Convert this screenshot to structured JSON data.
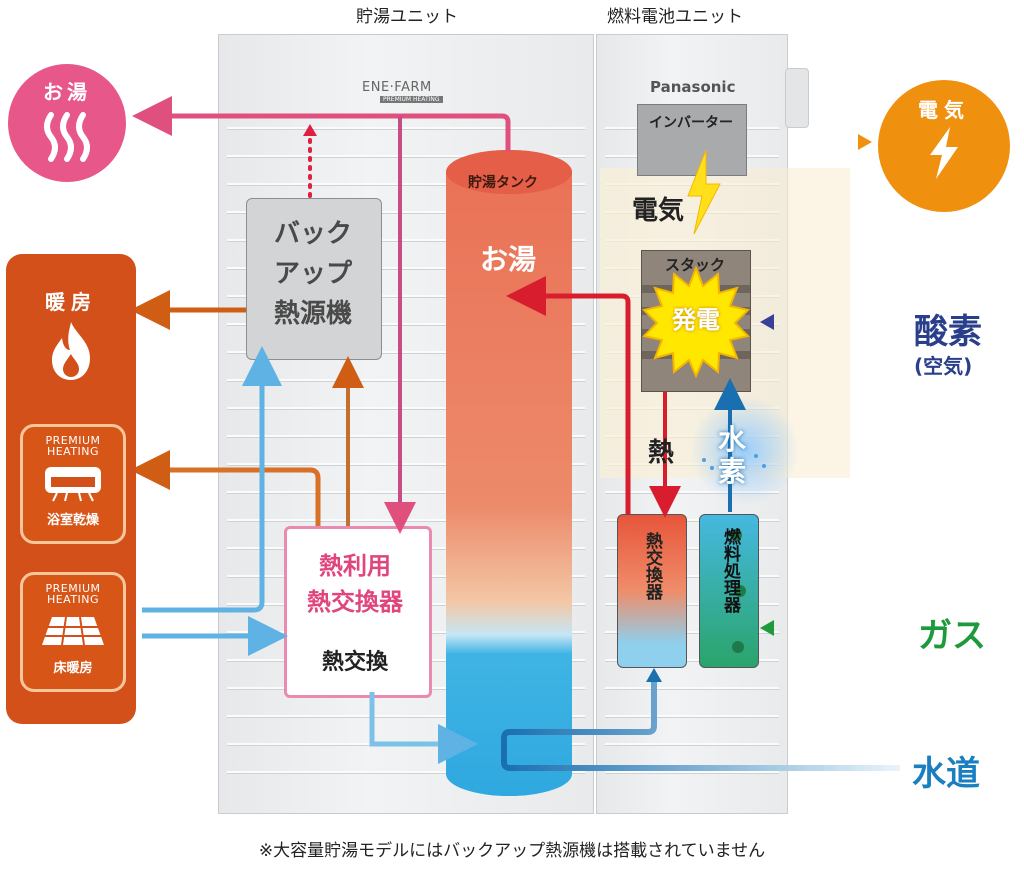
{
  "headers": {
    "storage_unit": "貯湯ユニット",
    "fuel_cell_unit": "燃料電池ユニット"
  },
  "brands": {
    "enefarm": "ENE·FARM",
    "enefarm_sub": "PREMIUM HEATING",
    "panasonic": "Panasonic"
  },
  "outputs": {
    "hot_water": "お湯",
    "electricity": "電気",
    "heating": "暖房"
  },
  "heating_items": [
    {
      "badge_line1": "PREMIUM",
      "badge_line2": "HEATING",
      "label": "浴室乾燥"
    },
    {
      "badge_line1": "PREMIUM",
      "badge_line2": "HEATING",
      "label": "床暖房"
    }
  ],
  "components": {
    "backup_line1": "バック",
    "backup_line2": "アップ",
    "backup_line3": "熱源機",
    "heat_use_line1": "熱利用",
    "heat_use_line2": "熱交換器",
    "heat_exchange": "熱交換",
    "tank_label": "貯湯タンク",
    "tank_hot_water": "お湯",
    "inverter": "インバーター",
    "electricity_label": "電気",
    "stack": "スタック",
    "power_generation": "発電",
    "heat": "熱",
    "hydrogen_line1": "水",
    "hydrogen_line2": "素",
    "fc_heat_exchanger": "熱交換器",
    "fuel_processor": "燃料処理器"
  },
  "inputs": {
    "oxygen": "酸素",
    "air": "(空気)",
    "gas": "ガス",
    "water": "水道"
  },
  "footnote": "※大容量貯湯モデルにはバックアップ熱源機は搭載されていません",
  "colors": {
    "hot_water": "#e8578a",
    "electricity": "#f0900f",
    "heating": "#d4501a",
    "oxygen": "#2a3f8c",
    "gas": "#1e9a3c",
    "water": "#1a7fc0"
  }
}
